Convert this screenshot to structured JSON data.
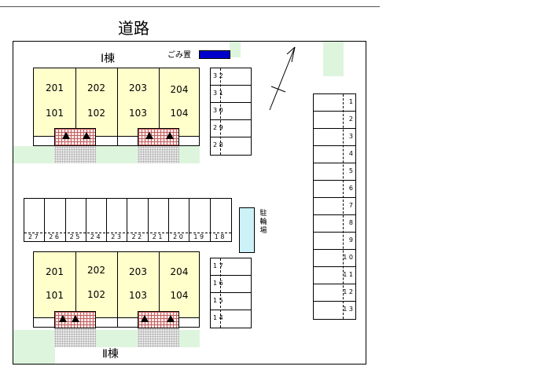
{
  "road_label": "道路",
  "garbage_label": "ごみ置",
  "bike_label_chars": [
    "駐",
    "輪",
    "場"
  ],
  "building1_label": "Ⅰ棟",
  "building2_label": "Ⅱ棟",
  "building1_units": [
    {
      "upper": "201",
      "lower": "101"
    },
    {
      "upper": "202",
      "lower": "102"
    },
    {
      "upper": "203",
      "lower": "103"
    },
    {
      "upper": "204",
      "lower": "104"
    }
  ],
  "building2_units": [
    {
      "upper": "201",
      "lower": "101"
    },
    {
      "upper": "202",
      "lower": "102"
    },
    {
      "upper": "203",
      "lower": "103"
    },
    {
      "upper": "204",
      "lower": "104"
    }
  ],
  "parking_top_right": [
    "3 2",
    "3 1",
    "3 0",
    "2 9",
    "2 8"
  ],
  "parking_middle_row": [
    "2 7",
    "2 6",
    "2 5",
    "2 4",
    "2 3",
    "2 2",
    "2 1",
    "2 0",
    "1 9",
    "1 8"
  ],
  "parking_lower_right": [
    "1 7",
    "1 6",
    "1 5",
    "1 4"
  ],
  "parking_east": [
    "1",
    "2",
    "3",
    "4",
    "5",
    "6",
    "7",
    "8",
    "9",
    "1 0",
    "1 1",
    "1 2",
    "1 3"
  ],
  "colors": {
    "building": "#ffffcc",
    "green": "#ddf5dd",
    "garbage": "#0000cc",
    "bike": "#ccf2f8"
  }
}
